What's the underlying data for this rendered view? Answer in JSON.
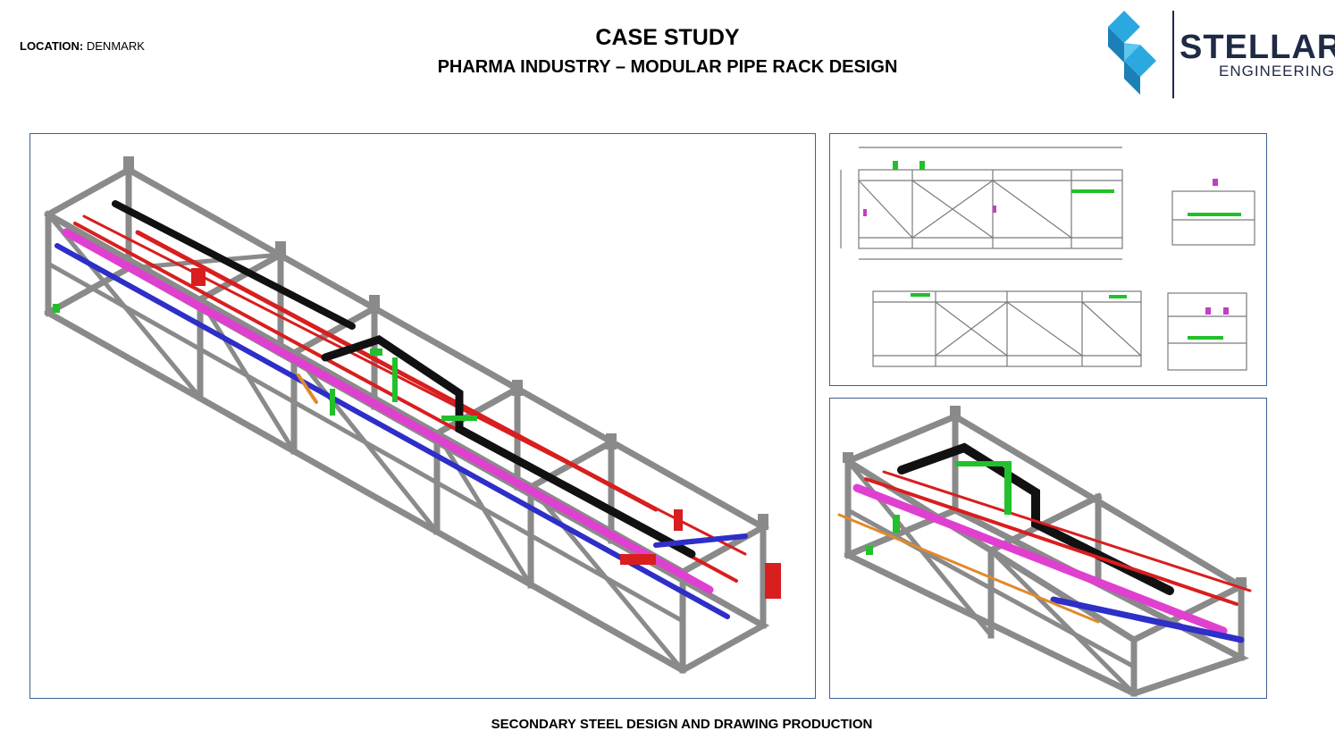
{
  "header": {
    "location_label": "LOCATION:",
    "location_value": "DENMARK",
    "title": "CASE STUDY",
    "subtitle": "PHARMA INDUSTRY – MODULAR PIPE RACK DESIGN"
  },
  "logo": {
    "brand": "STELLAR",
    "sub": "ENGINEERING",
    "colors": {
      "primary": "#1f2a44",
      "accent": "#2aa9e0"
    }
  },
  "panels": {
    "main": "3d-pipe-rack-model",
    "drawing": "fabrication-drawing",
    "iso": "3d-module-detail"
  },
  "caption": "SECONDARY STEEL DESIGN AND DRAWING PRODUCTION",
  "colors": {
    "steel": "#8a8a8a",
    "magenta": "#e040d0",
    "red": "#d81e1e",
    "blue": "#2e2ec8",
    "black": "#111111",
    "green": "#22c02a",
    "orange": "#e08a2a",
    "frame": "#3f5f8f"
  }
}
